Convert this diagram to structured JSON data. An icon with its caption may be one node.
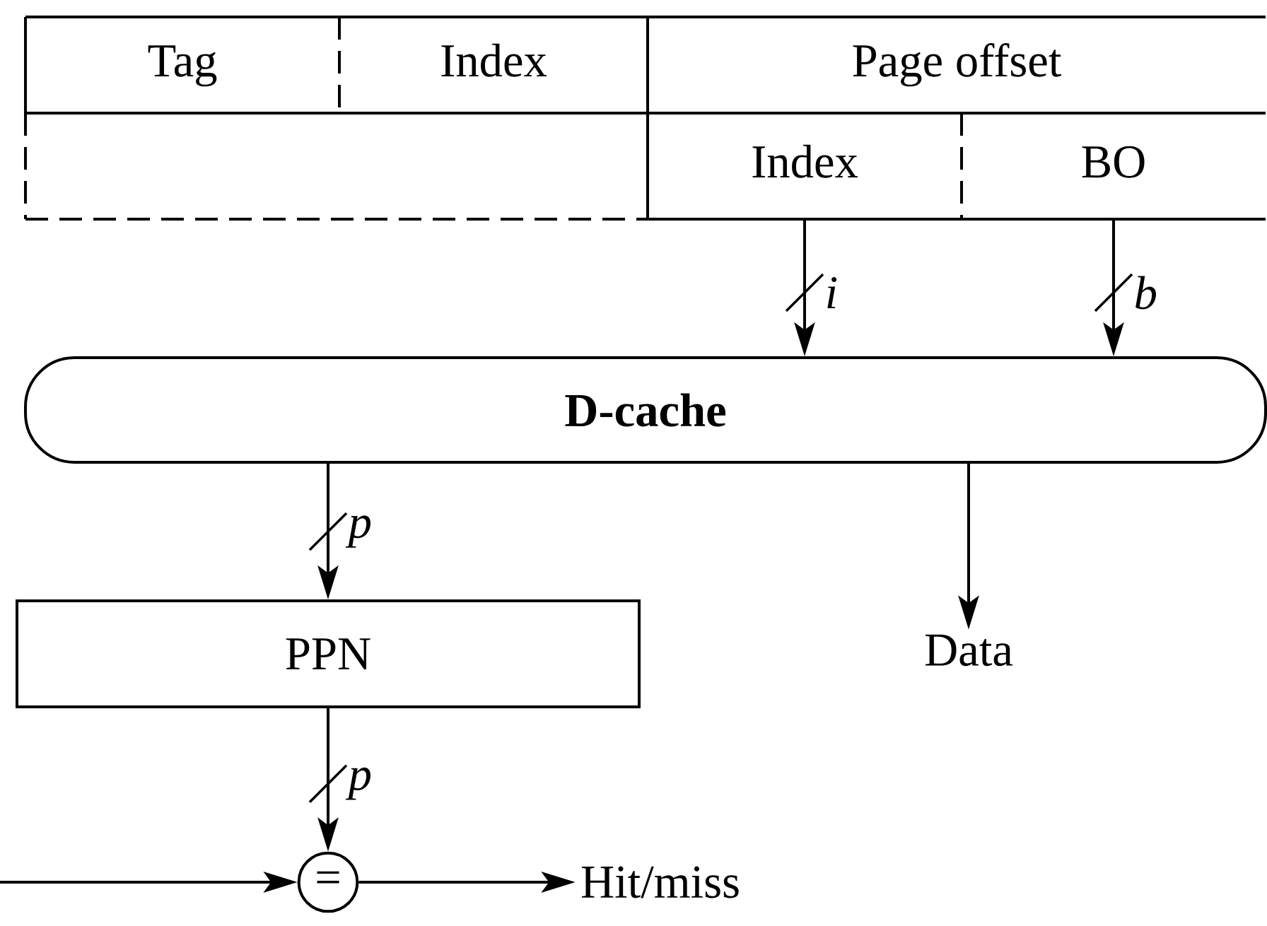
{
  "diagram": {
    "nodes": [
      {
        "text": [
          "Tag"
        ]
      },
      {
        "text": [
          "Index"
        ]
      },
      {
        "text": [
          "Page offset"
        ]
      },
      {
        "text": [],
        "shape": "box"
      },
      {
        "text": [
          "Index"
        ]
      },
      {
        "text": [
          "BO"
        ]
      },
      {
        "text": [
          "D-cache"
        ]
      },
      {
        "text": [
          "PPN"
        ]
      },
      {
        "text": [
          "Data"
        ]
      },
      {
        "text": [
          "="
        ]
      },
      {
        "text": [
          "Hit/miss"
        ]
      }
    ],
    "edges": [
      {
        "from": 4,
        "to": 6,
        "arrow": "to",
        "label": "i"
      },
      {
        "from": 5,
        "to": 6,
        "arrow": "to",
        "label": "b"
      },
      {
        "from": 6,
        "to": 7,
        "arrow": "to",
        "label": "p"
      },
      {
        "from": 6,
        "to": 8,
        "arrow": "to"
      },
      {
        "from": 7,
        "to": 9,
        "arrow": "to",
        "label": "p"
      },
      {
        "from": null,
        "to": 9,
        "arrow": "to"
      },
      {
        "from": 9,
        "to": 10,
        "arrow": "to"
      }
    ]
  }
}
